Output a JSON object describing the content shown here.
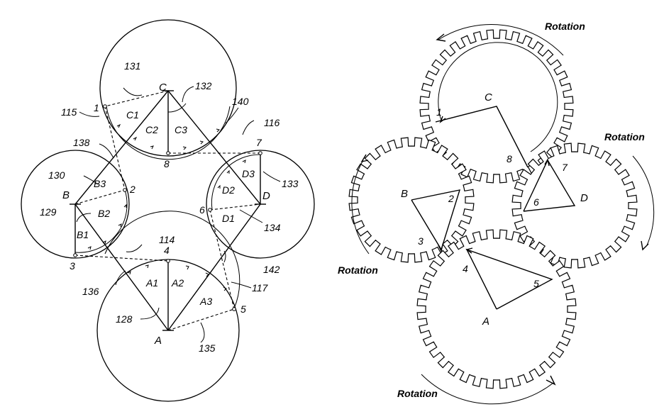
{
  "left_figure": {
    "points": [
      "A",
      "B",
      "C",
      "D"
    ],
    "segments": [
      "A1",
      "A2",
      "A3",
      "B1",
      "B2",
      "B3",
      "C1",
      "C2",
      "C3",
      "D1",
      "D2",
      "D3"
    ],
    "numbers": [
      "1",
      "2",
      "3",
      "4",
      "5",
      "6",
      "7",
      "8"
    ],
    "refs": [
      "114",
      "115",
      "116",
      "117",
      "128",
      "129",
      "130",
      "131",
      "132",
      "133",
      "134",
      "135",
      "136",
      "138",
      "140",
      "142"
    ]
  },
  "right_figure": {
    "points": [
      "A",
      "B",
      "C",
      "D"
    ],
    "numbers": [
      "1",
      "2",
      "3",
      "4",
      "5",
      "6",
      "7",
      "8"
    ],
    "rotation_labels": [
      "Rotation",
      "Rotation",
      "Rotation",
      "Rotation"
    ]
  }
}
